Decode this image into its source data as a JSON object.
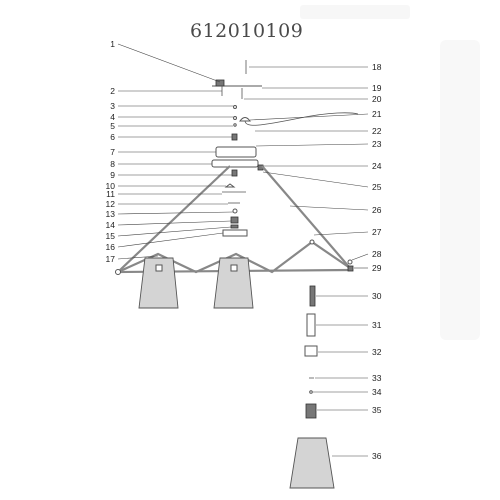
{
  "diagram": {
    "model_number": "612010109",
    "callouts_left": [
      "1",
      "2",
      "3",
      "4",
      "5",
      "6",
      "7",
      "8",
      "9",
      "10",
      "11",
      "12",
      "13",
      "14",
      "15",
      "16",
      "17"
    ],
    "callouts_right": [
      "18",
      "19",
      "20",
      "21",
      "22",
      "23",
      "24",
      "25",
      "26",
      "27",
      "28",
      "29",
      "30",
      "31",
      "32",
      "33",
      "34",
      "35",
      "36"
    ]
  }
}
